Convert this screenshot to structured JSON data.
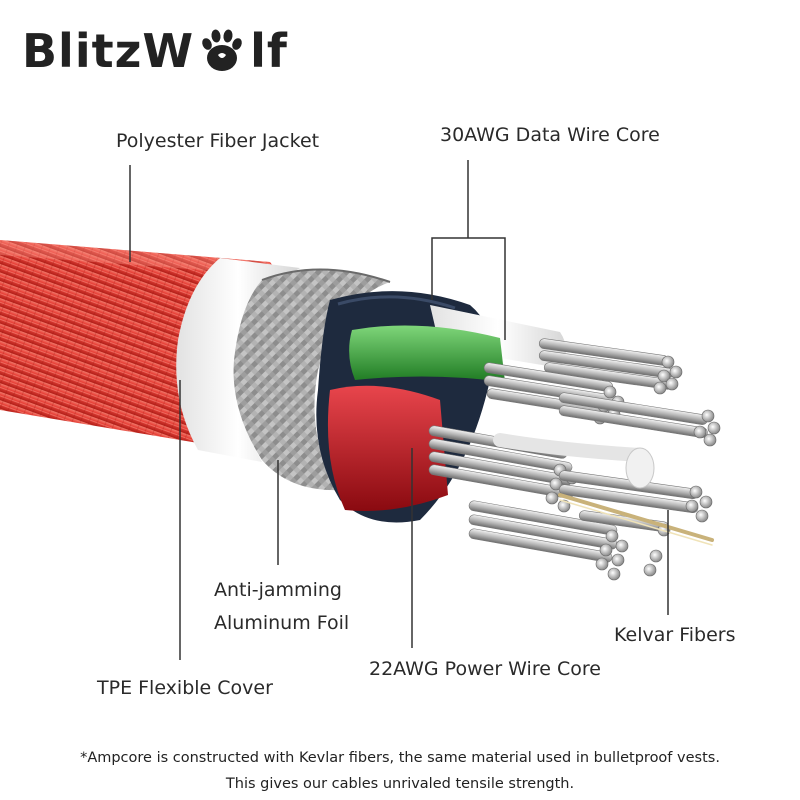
{
  "brand": {
    "logo_left": "BlitzW",
    "logo_right": "lf",
    "paw_icon": "wolf-paw-icon"
  },
  "labels": {
    "jacket": "Polyester Fiber Jacket",
    "data_core": "30AWG Data Wire Core",
    "foil_line1": "Anti-jamming",
    "foil_line2": "Aluminum Foil",
    "kevlar": "Kelvar Fibers",
    "power_core": "22AWG Power Wire Core",
    "tpe": "TPE Flexible Cover"
  },
  "footnote": {
    "line1": "*Ampcore is constructed with Kevlar fibers, the same material used in bulletproof vests.",
    "line2": "This gives our cables unrivaled tensile strength."
  },
  "colors": {
    "jacket_red": "#e8433a",
    "tpe_white": "#f2f2f2",
    "braid_gray": "#9a9a9a",
    "core_green": "#3aa83a",
    "core_red": "#c8141c",
    "core_white": "#f5f5f5",
    "inner_navy": "#1e2a3e",
    "kevlar_gold": "#c9b27a",
    "copper_silver": "#bdbdbd"
  }
}
